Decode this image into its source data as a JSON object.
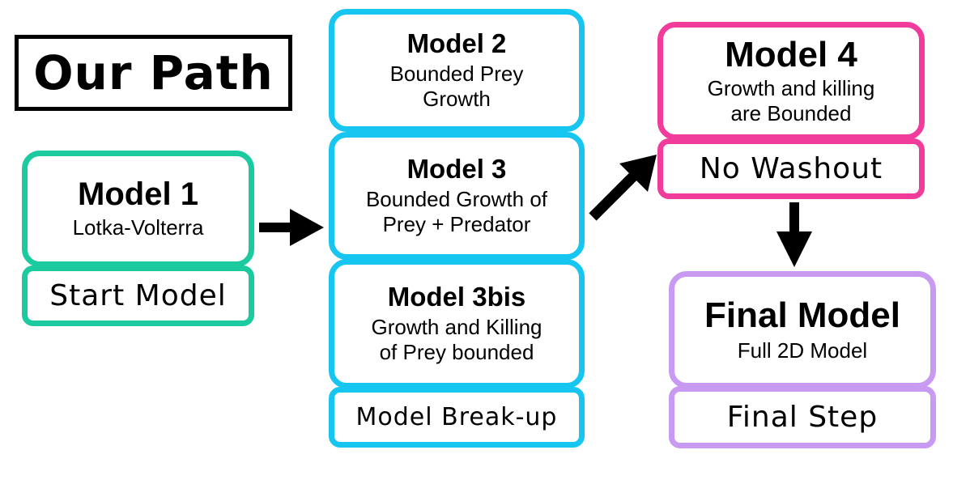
{
  "title": "Our Path",
  "colors": {
    "model1": "#1ccaa0",
    "model2_3": "#16c6f0",
    "model4": "#f23c9b",
    "final": "#c99af2"
  },
  "nodes": {
    "model1": {
      "heading": "Model 1",
      "desc": [
        "Lotka-Volterra"
      ],
      "label": "Start Model"
    },
    "model2": {
      "heading": "Model 2",
      "desc": [
        "Bounded Prey",
        "Growth"
      ]
    },
    "model3": {
      "heading": "Model 3",
      "desc": [
        "Bounded Growth of",
        "Prey + Predator"
      ]
    },
    "model3bis": {
      "heading": "Model 3bis",
      "desc": [
        "Growth and Killing",
        "of Prey bounded"
      ],
      "label": "Model Break-up"
    },
    "model4": {
      "heading": "Model 4",
      "desc": [
        "Growth and killing",
        "are Bounded"
      ],
      "label": "No Washout"
    },
    "final": {
      "heading": "Final Model",
      "desc": [
        "Full 2D Model"
      ],
      "label": "Final Step"
    }
  },
  "arrows": [
    {
      "from": "model1",
      "to": "model2_3_group",
      "icon": "arrow-right-icon"
    },
    {
      "from": "model3",
      "to": "model4",
      "icon": "arrow-up-right-icon"
    },
    {
      "from": "model4",
      "to": "final",
      "icon": "arrow-down-icon"
    }
  ]
}
